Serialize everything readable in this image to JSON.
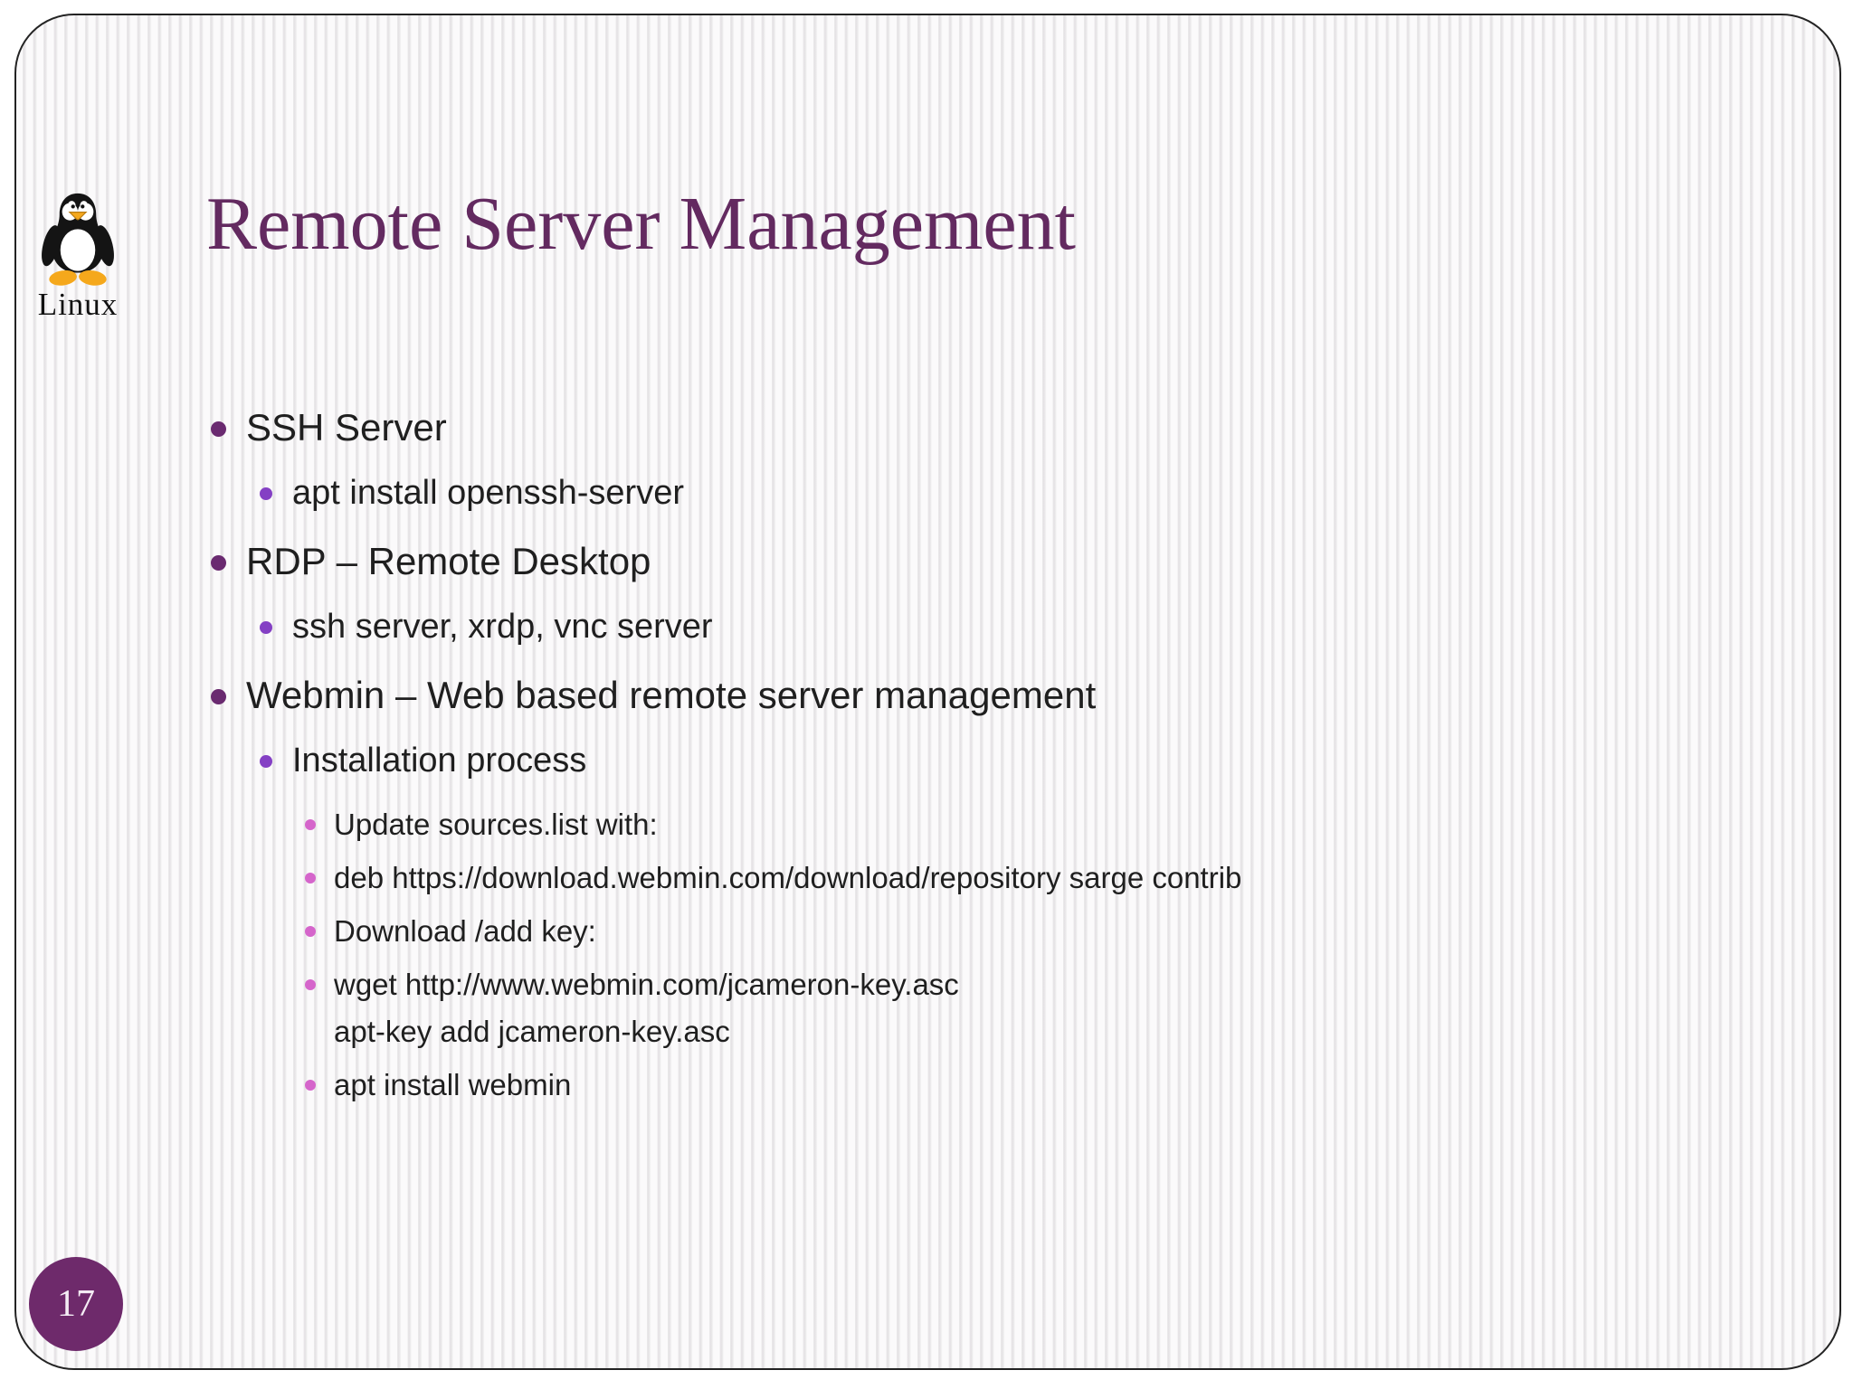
{
  "slide": {
    "title": "Remote Server Management",
    "logo": {
      "icon": "tux-penguin-icon",
      "label": "Linux"
    },
    "page_number": "17",
    "colors": {
      "title_text": "#632a60",
      "body_text": "#1f1f1f",
      "level1_bullet": "#6a2a70",
      "level2_bullet": "#8440c4",
      "level3_bullet": "#d565cb",
      "page_badge": "#6e2a6b",
      "frame_border": "#232323",
      "pinstripe": "#e4e1e4"
    },
    "bullets": [
      {
        "level": 1,
        "text": "SSH Server"
      },
      {
        "level": 2,
        "text": "apt install openssh-server"
      },
      {
        "level": 1,
        "text": "RDP – Remote Desktop"
      },
      {
        "level": 2,
        "text": "ssh server, xrdp, vnc server"
      },
      {
        "level": 1,
        "text": "Webmin – Web based remote server management"
      },
      {
        "level": 2,
        "text": "Installation process"
      },
      {
        "level": 3,
        "text": "Update sources.list with:"
      },
      {
        "level": 3,
        "text": "deb https://download.webmin.com/download/repository sarge contrib"
      },
      {
        "level": 3,
        "text": "Download /add key:"
      },
      {
        "level": 3,
        "text": "wget http://www.webmin.com/jcameron-key.asc"
      },
      {
        "level": 3,
        "text": "apt-key add jcameron-key.asc",
        "continuation": true
      },
      {
        "level": 3,
        "text": "apt install webmin"
      }
    ]
  }
}
